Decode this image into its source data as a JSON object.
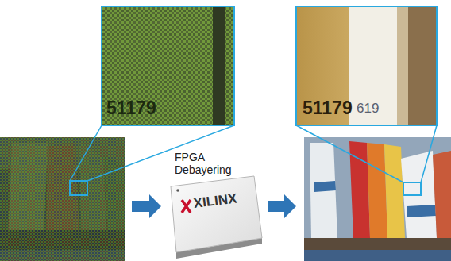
{
  "diagram": {
    "labels": [
      "51179",
      "51179",
      "619",
      "FPGA Debayering",
      "XILINX"
    ]
  }
}
